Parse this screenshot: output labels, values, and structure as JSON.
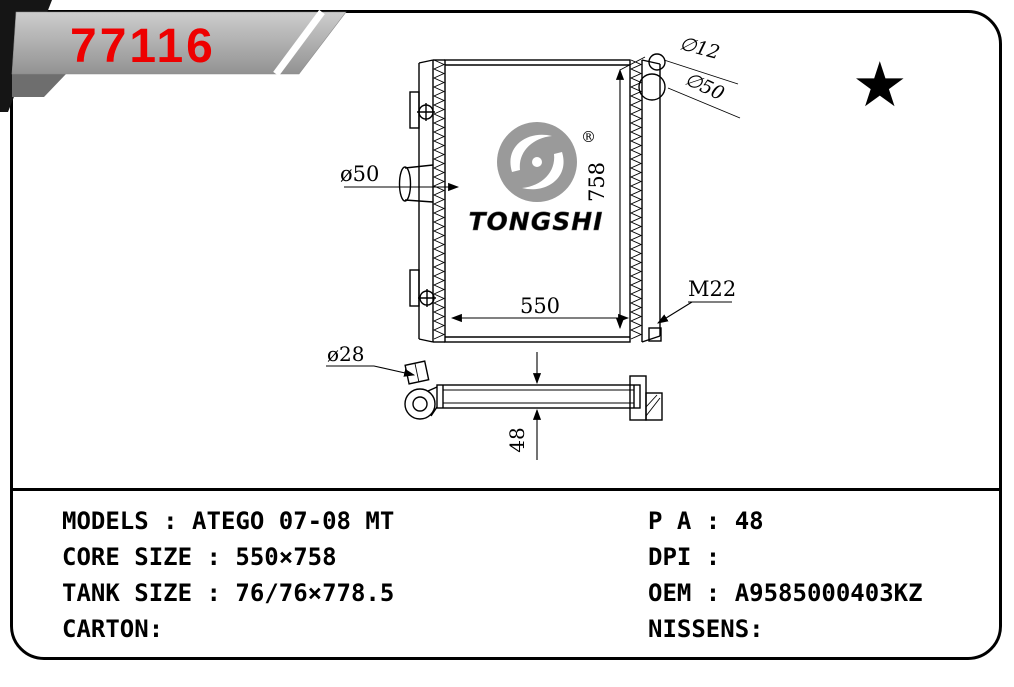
{
  "colors": {
    "part_number_red": "#ee0000",
    "banner_gray": "#b7b7b7",
    "logo_gray": "#9a9a9a",
    "line_black": "#000000"
  },
  "header": {
    "part_number": "77116",
    "star_icon": "★"
  },
  "drawing": {
    "brand": "TONGSHI",
    "registered_mark": "®",
    "dims": {
      "filler_port_small": "∅12",
      "filler_neck": "∅50",
      "inlet_pipe": "ø50",
      "outlet_pipe": "ø28",
      "core_height": "758",
      "core_width": "550",
      "core_depth": "48",
      "drain_thread": "M22"
    }
  },
  "specs": {
    "left": [
      "MODELS : ATEGO 07-08 MT",
      "CORE SIZE : 550×758",
      "TANK SIZE : 76/76×778.5",
      "CARTON:"
    ],
    "right": [
      "P A : 48",
      "DPI :",
      "OEM : A9585000403KZ",
      "NISSENS:"
    ]
  }
}
